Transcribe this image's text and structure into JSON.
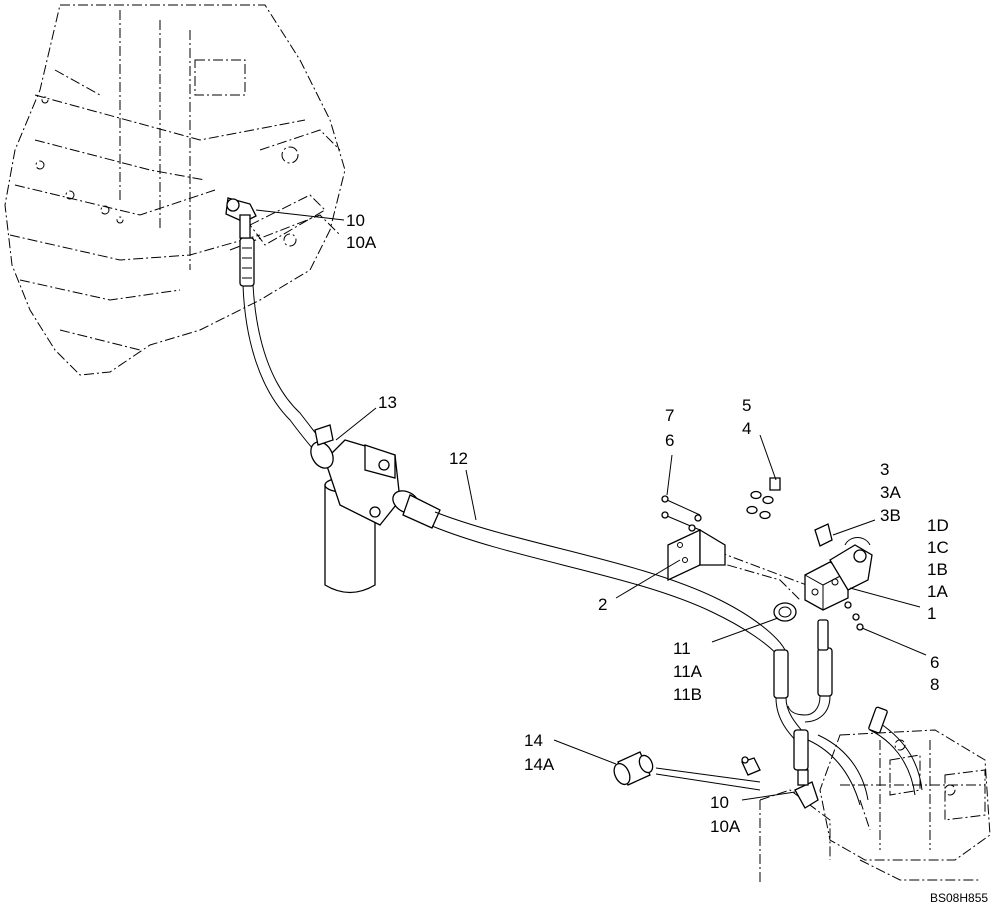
{
  "drawing_code": "BS08H855",
  "callouts": {
    "c10_top": [
      "10",
      "10A"
    ],
    "c13": "13",
    "c12": "12",
    "c7_6": [
      "7",
      "6"
    ],
    "c5_4": [
      "5",
      "4"
    ],
    "c3": [
      "3",
      "3A",
      "3B"
    ],
    "c1": [
      "1D",
      "1C",
      "1B",
      "1A",
      "1"
    ],
    "c2": "2",
    "c11": [
      "11",
      "11A",
      "11B"
    ],
    "c6_8": [
      "6",
      "8"
    ],
    "c14": [
      "14",
      "14A"
    ],
    "c10_bottom": [
      "10",
      "10A"
    ]
  }
}
